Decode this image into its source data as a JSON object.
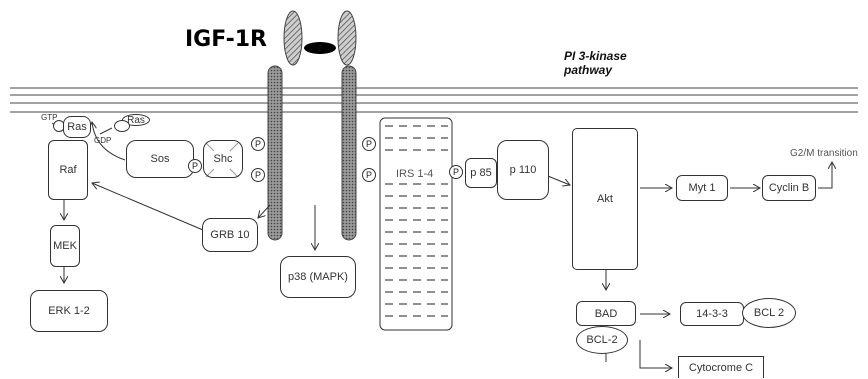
{
  "title": "IGF-1R",
  "pathway": {
    "line1": "PI 3-kinase",
    "line2": "pathway"
  },
  "labels": {
    "gtp": "GTP",
    "gdp": "GDP",
    "g2m": "G2/M transition"
  },
  "nodes": {
    "ras_top": "Ras",
    "ras_small": "Ras",
    "sos": "Sos",
    "shc": "Shc",
    "raf": "Raf",
    "mek": "MEK",
    "erk": "ERK 1-2",
    "grb10": "GRB 10",
    "p38": "p38 (MAPK)",
    "irs": "IRS 1-4",
    "p85": "p 85",
    "p110": "p 110",
    "akt": "Akt",
    "myt1": "Myt 1",
    "cyclinb": "Cyclin B",
    "bad": "BAD",
    "bcl2a": "BCL-2",
    "p1433": "14-3-3",
    "bcl2b": "BCL 2",
    "cytc": "Cytocrome C"
  },
  "phospho": "P"
}
